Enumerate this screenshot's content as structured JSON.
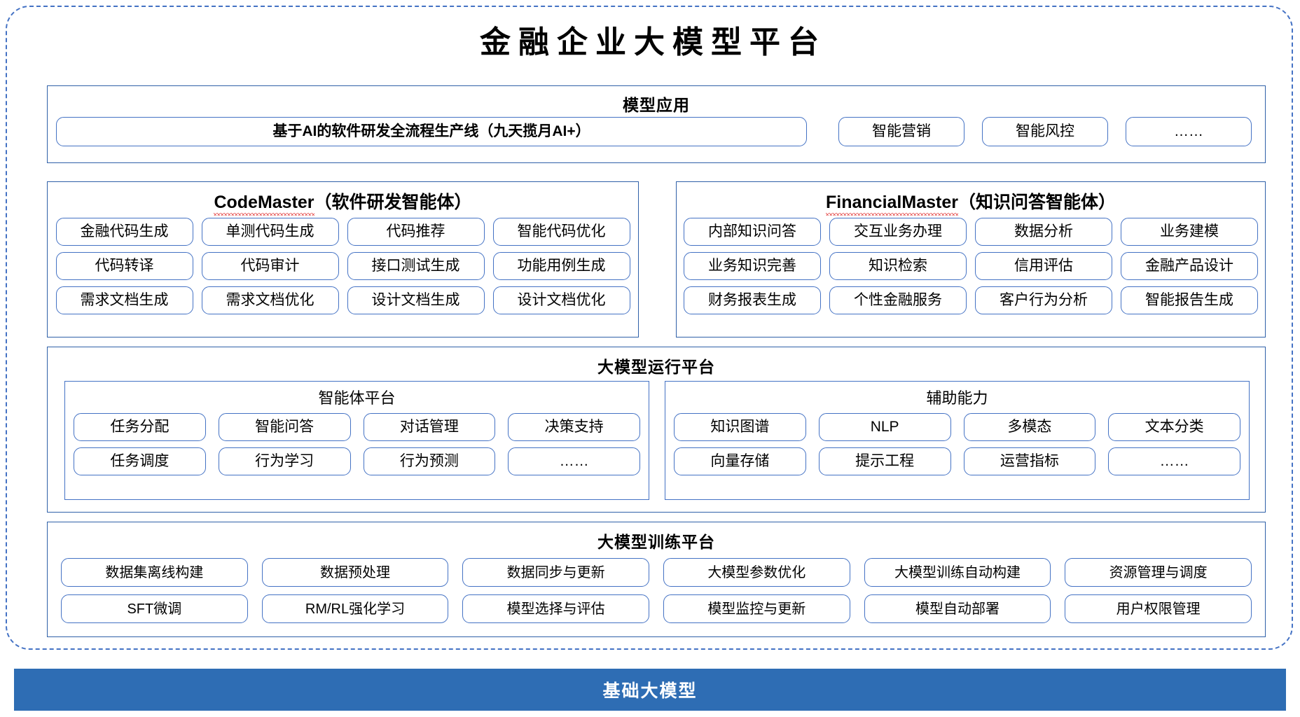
{
  "platform": {
    "title": "金融企业大模型平台"
  },
  "model_application": {
    "title": "模型应用",
    "wide_item": "基于AI的软件研发全流程生产线（九天揽月AI+）",
    "items": [
      "智能营销",
      "智能风控",
      "……"
    ]
  },
  "agents": [
    {
      "name_en": "CodeMaster",
      "name_cn": "（软件研发智能体）",
      "capabilities": [
        "金融代码生成",
        "单测代码生成",
        "代码推荐",
        "智能代码优化",
        "代码转译",
        "代码审计",
        "接口测试生成",
        "功能用例生成",
        "需求文档生成",
        "需求文档优化",
        "设计文档生成",
        "设计文档优化"
      ]
    },
    {
      "name_en": "FinancialMaster",
      "name_cn": "（知识问答智能体）",
      "capabilities": [
        "内部知识问答",
        "交互业务办理",
        "数据分析",
        "业务建模",
        "业务知识完善",
        "知识检索",
        "信用评估",
        "金融产品设计",
        "财务报表生成",
        "个性金融服务",
        "客户行为分析",
        "智能报告生成"
      ]
    }
  ],
  "runtime_platform": {
    "title": "大模型运行平台",
    "panels": [
      {
        "title": "智能体平台",
        "items": [
          "任务分配",
          "智能问答",
          "对话管理",
          "决策支持",
          "任务调度",
          "行为学习",
          "行为预测",
          "……"
        ]
      },
      {
        "title": "辅助能力",
        "items": [
          "知识图谱",
          "NLP",
          "多模态",
          "文本分类",
          "向量存储",
          "提示工程",
          "运营指标",
          "……"
        ]
      }
    ]
  },
  "training_platform": {
    "title": "大模型训练平台",
    "items": [
      "数据集离线构建",
      "数据预处理",
      "数据同步与更新",
      "大模型参数优化",
      "大模型训练自动构建",
      "资源管理与调度",
      "SFT微调",
      "RM/RL强化学习",
      "模型选择与评估",
      "模型监控与更新",
      "模型自动部署",
      "用户权限管理"
    ]
  },
  "foundation": {
    "label": "基础大模型"
  },
  "colors": {
    "accent_blue": "#4472C4",
    "border_blue": "#2F60A8",
    "foundation_bg": "#2E6DB4",
    "spellcheck_red": "#E03030"
  }
}
